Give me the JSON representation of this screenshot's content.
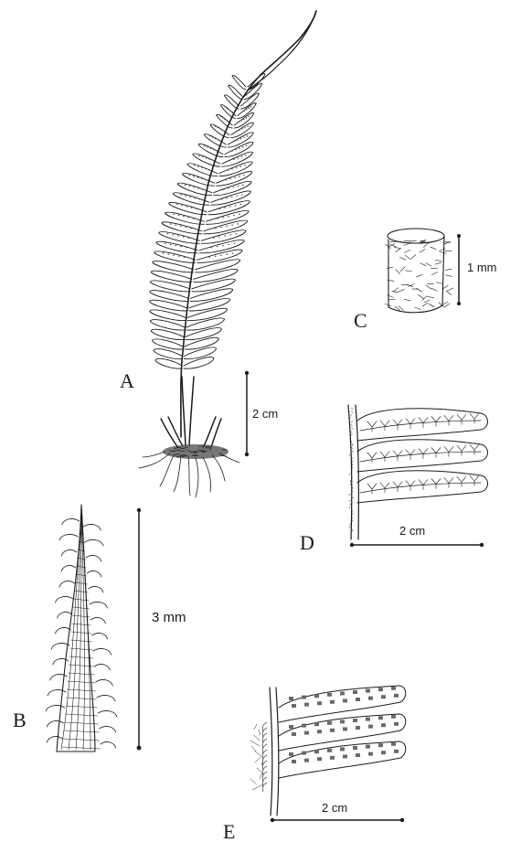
{
  "panels": {
    "a": {
      "letter": "A"
    },
    "b": {
      "letter": "B"
    },
    "c": {
      "letter": "C"
    },
    "d": {
      "letter": "D"
    },
    "e": {
      "letter": "E"
    }
  },
  "scale_bars": {
    "a": "2 cm",
    "b": "3 mm",
    "c": "1 mm",
    "d": "2 cm",
    "e": "2 cm"
  }
}
